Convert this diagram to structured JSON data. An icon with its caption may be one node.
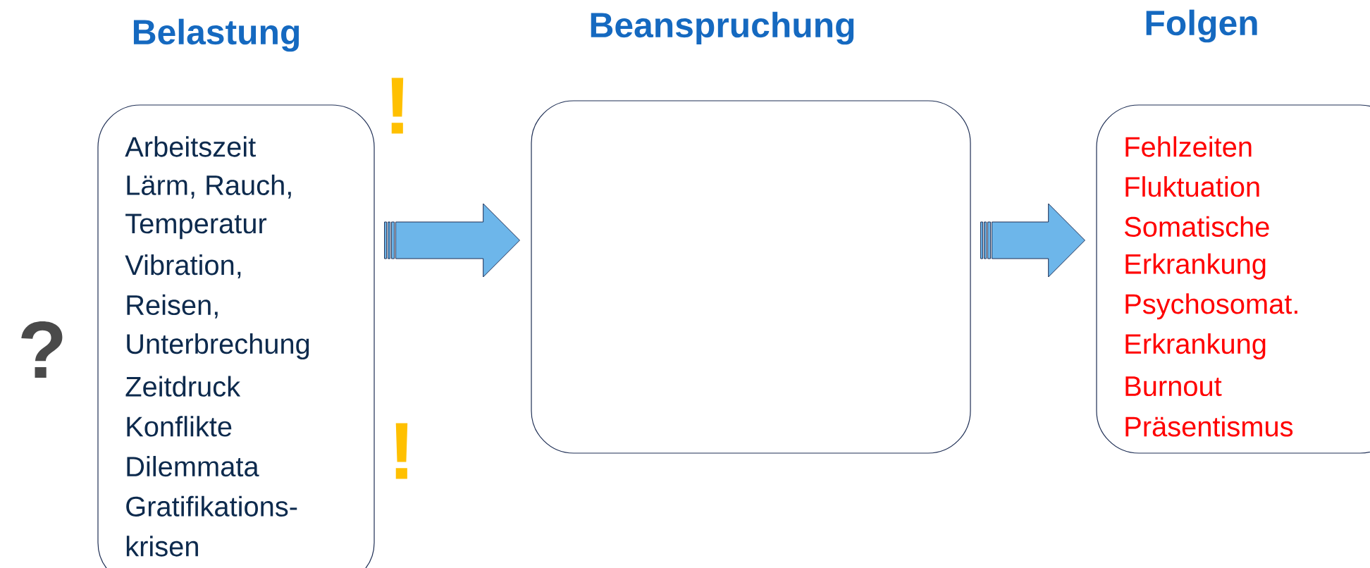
{
  "diagram": {
    "nodes": [
      {
        "text": [
          "Belastung",
          "Arbeitszeit",
          "Lärm, Rauch,",
          "Temperatur",
          "Vibration,",
          "Reisen,",
          "Unterbrechung",
          "Zeitdruck",
          "Konflikte",
          "Dilemmata",
          "Gratifikations-",
          "krisen"
        ]
      },
      {
        "text": [
          "Beanspruchung"
        ]
      },
      {
        "text": [
          "Folgen",
          "Fehlzeiten",
          "Fluktuation",
          "Somatische",
          "Erkrankung",
          "Psychosomat.",
          "Erkrankung",
          "Burnout",
          "Präsentismus"
        ]
      }
    ],
    "edges": [
      {
        "from": 0,
        "to": 1,
        "arrow": "to"
      },
      {
        "from": 1,
        "to": 2,
        "arrow": "to"
      }
    ],
    "labels": [
      "?",
      "!",
      "!"
    ]
  }
}
